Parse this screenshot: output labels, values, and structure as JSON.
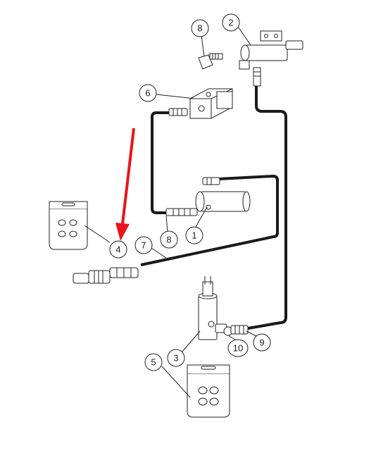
{
  "callouts": [
    {
      "id": "c1",
      "label": "1"
    },
    {
      "id": "c2",
      "label": "2"
    },
    {
      "id": "c3",
      "label": "3"
    },
    {
      "id": "c4",
      "label": "4"
    },
    {
      "id": "c5",
      "label": "5"
    },
    {
      "id": "c6",
      "label": "6"
    },
    {
      "id": "c7",
      "label": "7"
    },
    {
      "id": "c8a",
      "label": "8"
    },
    {
      "id": "c8b",
      "label": "8"
    },
    {
      "id": "c9",
      "label": "9"
    },
    {
      "id": "c10",
      "label": "10"
    }
  ],
  "colors": {
    "line": "#222222",
    "hose": "#1a1a1a",
    "arrow": "#e8141c"
  }
}
